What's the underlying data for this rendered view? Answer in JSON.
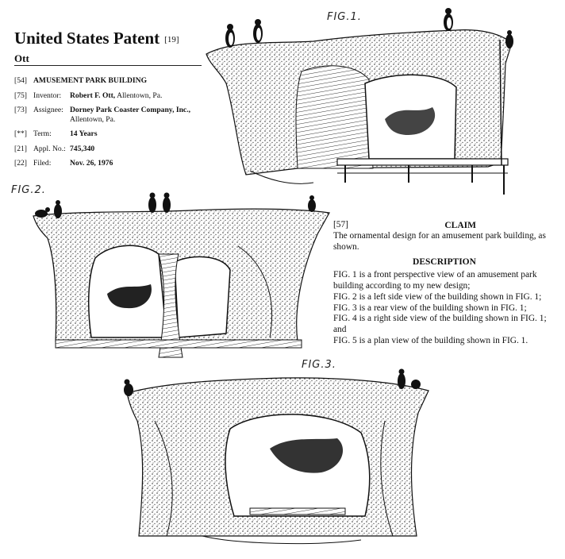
{
  "header": {
    "title": "United States Patent",
    "title_code": "[19]",
    "inventor_surname": "Ott"
  },
  "biblio": [
    {
      "code": "[54]",
      "label": "",
      "value": "AMUSEMENT PARK BUILDING",
      "extra": ""
    },
    {
      "code": "[75]",
      "label": "Inventor:",
      "value": "Robert F. Ott,",
      "extra": " Allentown, Pa."
    },
    {
      "code": "[73]",
      "label": "Assignee:",
      "value": "Dorney Park Coaster Company, Inc.,",
      "extra": "Allentown, Pa."
    },
    {
      "code": "[**]",
      "label": "Term:",
      "value": "14 Years",
      "extra": ""
    },
    {
      "code": "[21]",
      "label": "Appl. No.:",
      "value": "745,340",
      "extra": ""
    },
    {
      "code": "[22]",
      "label": "Filed:",
      "value": "Nov. 26, 1976",
      "extra": ""
    }
  ],
  "figures": {
    "fig1": "FIG.1.",
    "fig2": "FIG.2.",
    "fig3": "FIG.3."
  },
  "claim": {
    "code": "[57]",
    "heading": "CLAIM",
    "text": "The ornamental design for an amusement park building, as shown.",
    "description_heading": "DESCRIPTION",
    "description": [
      "FIG. 1 is a front perspective view of an amusement park building according to my new design;",
      "FIG. 2 is a left side view of the building shown in FIG. 1;",
      "FIG. 3 is a rear view of the building shown in FIG. 1;",
      "FIG. 4 is a right side view of the building shown in FIG. 1; and",
      "FIG. 5 is a plan view of the building shown in FIG. 1."
    ]
  }
}
